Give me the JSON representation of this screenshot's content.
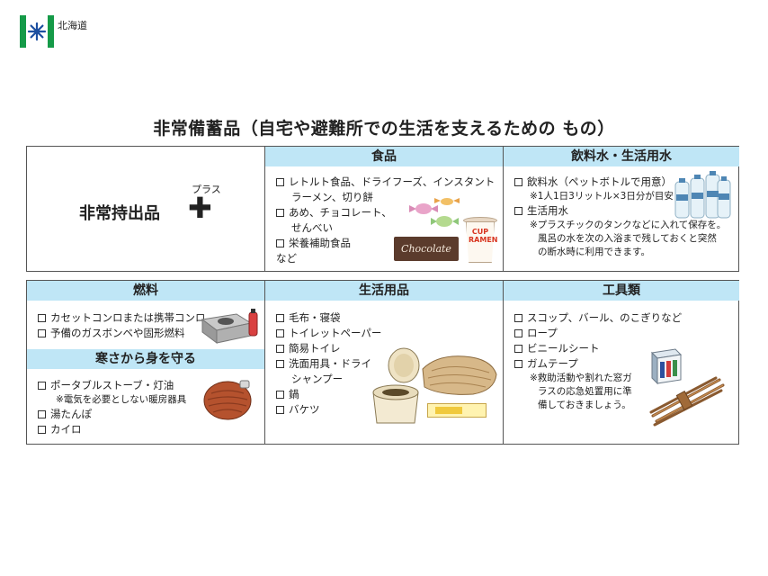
{
  "header": {
    "logo_text": "北海道"
  },
  "title": "非常備蓄品（自宅や避難所での生活を支えるための もの）",
  "row1": {
    "left": {
      "label": "非常持出品",
      "plus_label": "プラス",
      "plus_sign": "✚"
    },
    "food": {
      "header": "食品",
      "items": [
        "レトルト食品、ドライフーズ、インスタント",
        "ラーメン、切り餅",
        "あめ、チョコレート、",
        "せんべい",
        "栄養補助食品"
      ],
      "footer": "など",
      "chocolate_text": "Chocolate",
      "cup_text": "CUP RAMEN"
    },
    "water": {
      "header": "飲料水・生活用水",
      "item1": "飲料水（ペットボトルで用意）",
      "note1": "※1人1日3リットル×3日分が目安",
      "item2": "生活用水",
      "note2": [
        "※プラスチックのタンクなどに入れて保存を。",
        "風呂の水を次の入浴まで残しておくと突然",
        "の断水時に利用できます。"
      ]
    }
  },
  "row2": {
    "fuel": {
      "header": "燃料",
      "items": [
        "カセットコンロまたは携帯コンロ",
        "予備のガスボンベや固形燃料"
      ]
    },
    "cold": {
      "header": "寒さから身を守る",
      "item1": "ポータブルストーブ・灯油",
      "note1": "※電気を必要としない暖房器具",
      "items": [
        "湯たんぽ",
        "カイロ"
      ]
    },
    "daily": {
      "header": "生活用品",
      "items": [
        "毛布・寝袋",
        "トイレットペーパー",
        "簡易トイレ",
        "洗面用具・ドライ",
        "シャンプー",
        "鍋",
        "バケツ"
      ]
    },
    "tools": {
      "header": "工具類",
      "items": [
        "スコップ、バール、のこぎりなど",
        "ロープ",
        "ビニールシート",
        "ガムテープ"
      ],
      "note": [
        "※救助活動や割れた窓ガ",
        "ラスの応急処置用に準",
        "備しておきましょう。"
      ]
    }
  }
}
